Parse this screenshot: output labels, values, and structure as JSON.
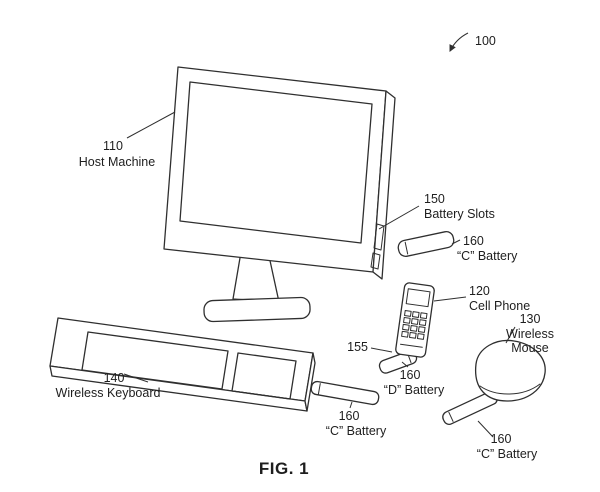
{
  "canvas": {
    "bg": "#ffffff",
    "ink": "#2f2f2f"
  },
  "figure": {
    "caption": "FIG. 1",
    "labels": {
      "ref100": {
        "num": "100"
      },
      "host_machine": {
        "num": "110",
        "line1": "Host Machine"
      },
      "battery_slots": {
        "num": "150",
        "line1": "Battery Slots"
      },
      "c_battery_top": {
        "num": "160",
        "line1": "“C” Battery"
      },
      "cell_phone": {
        "num": "120",
        "line1": "Cell Phone"
      },
      "ref155": {
        "num": "155"
      },
      "d_battery": {
        "num": "160",
        "line1": "“D” Battery"
      },
      "wireless_mouse": {
        "num": "130",
        "line1": "Wireless",
        "line2": "Mouse"
      },
      "wireless_keyboard": {
        "num": "140",
        "line1": "Wireless Keyboard"
      },
      "keyboard_battery": {
        "num": "160",
        "line1": "“C” Battery"
      },
      "mouse_battery": {
        "num": "160",
        "line1": "“C” Battery"
      }
    }
  }
}
